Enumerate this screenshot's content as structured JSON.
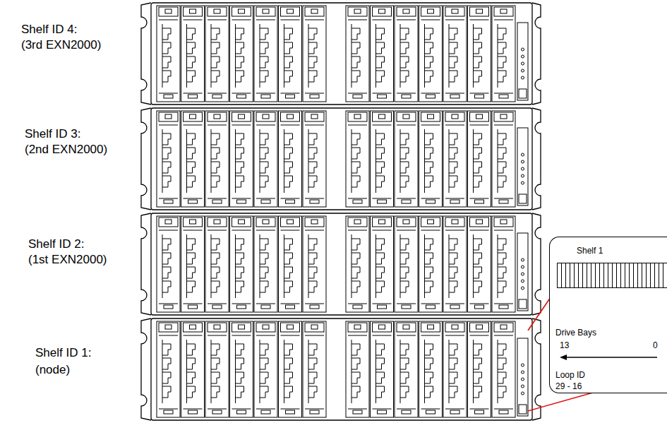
{
  "diagram": {
    "nodes": [
      {
        "text": [
          "Shelf 1",
          "Drive Bays",
          "13",
          "0",
          "Loop ID",
          "29 - 16"
        ]
      }
    ],
    "labels": [
      "Shelf ID 4:",
      "(3rd EXN2000)",
      "Shelf ID 3:",
      "(2nd EXN2000)",
      "Shelf ID 2:",
      "(1st EXN2000)",
      "Shelf ID 1:",
      "(node)"
    ]
  }
}
